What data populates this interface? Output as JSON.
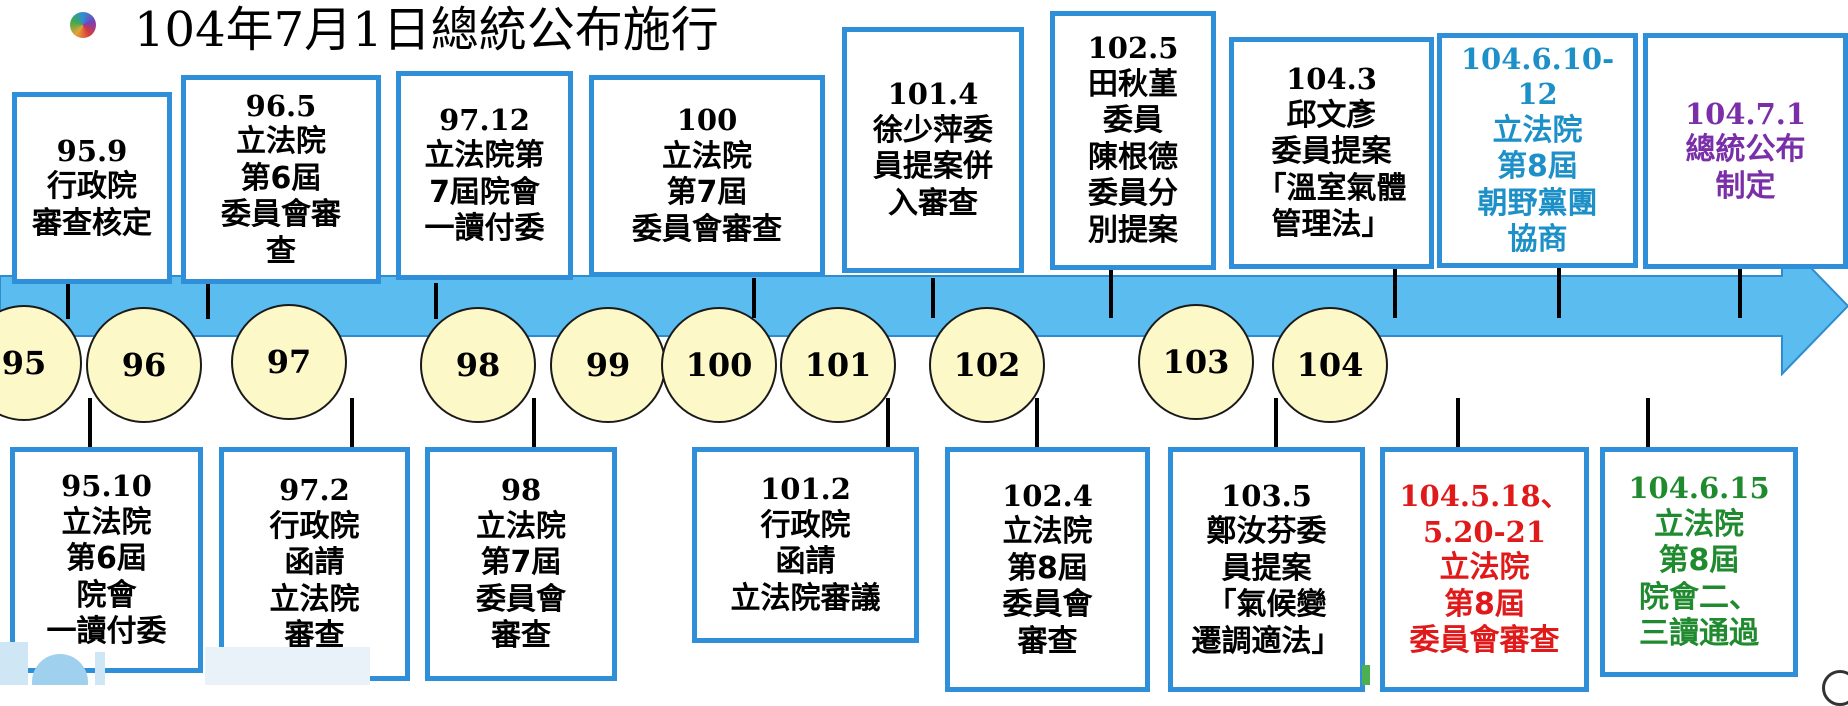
{
  "title": "104年7月1日總統公布施行",
  "colors": {
    "arrow": "#5bbcf0",
    "box_border": "#2f8fd8",
    "circle_fill": "#fdf8c8",
    "blue_text": "#1e90c8",
    "purple_text": "#7a2fa8",
    "red_text": "#e01a1a",
    "green_text": "#1f8a2e"
  },
  "years": [
    "95",
    "96",
    "97",
    "98",
    "99",
    "100",
    "101",
    "102",
    "103",
    "104"
  ],
  "top_events": [
    {
      "date": "95.9",
      "lines": [
        "行政院",
        "審查核定"
      ],
      "color": "#000000"
    },
    {
      "date": "96.5",
      "lines": [
        "立法院",
        "第6屆",
        "委員會審",
        "查"
      ],
      "color": "#000000"
    },
    {
      "date": "97.12",
      "lines": [
        "立法院第",
        "7屆院會",
        "一讀付委"
      ],
      "color": "#000000"
    },
    {
      "date": "100",
      "lines": [
        "立法院",
        "第7屆",
        "委員會審查"
      ],
      "color": "#000000"
    },
    {
      "date": "101.4",
      "lines": [
        "徐少萍委",
        "員提案併",
        "入審查"
      ],
      "color": "#000000"
    },
    {
      "date": "102.5",
      "lines": [
        "田秋堇",
        "委員",
        "陳根德",
        "委員分",
        "別提案"
      ],
      "color": "#000000"
    },
    {
      "date": "104.3",
      "lines": [
        "邱文彥",
        "委員提案",
        "「溫室氣體",
        "管理法」"
      ],
      "color": "#000000"
    },
    {
      "date": "104.6.10-12",
      "lines": [
        "立法院",
        "第8屆",
        "朝野黨團",
        "協商"
      ],
      "color": "#1e90c8"
    },
    {
      "date": "104.7.1",
      "lines": [
        "總統公布",
        "制定"
      ],
      "color": "#7a2fa8"
    }
  ],
  "bottom_events": [
    {
      "date": "95.10",
      "lines": [
        "立法院",
        "第6屆",
        "院會",
        "一讀付委"
      ],
      "color": "#000000"
    },
    {
      "date": "97.2",
      "lines": [
        "行政院",
        "函請",
        "立法院",
        "審查"
      ],
      "color": "#000000"
    },
    {
      "date": "98",
      "lines": [
        "立法院",
        "第7屆",
        "委員會",
        "審查"
      ],
      "color": "#000000"
    },
    {
      "date": "101.2",
      "lines": [
        "行政院",
        "函請",
        "立法院審議"
      ],
      "color": "#000000"
    },
    {
      "date": "102.4",
      "lines": [
        "立法院",
        "第8屆",
        "委員會",
        "審查"
      ],
      "color": "#000000"
    },
    {
      "date": "103.5",
      "lines": [
        "鄭汝芬委",
        "員提案",
        "「氣候變",
        "遷調適法」"
      ],
      "color": "#000000"
    },
    {
      "date": "104.5.18、",
      "lines": [
        "5.20-21",
        "立法院",
        "第8屆",
        "委員會審查"
      ],
      "color": "#e01a1a"
    },
    {
      "date": "104.6.15",
      "lines": [
        "立法院",
        "第8屆",
        "院會二、",
        "三讀通過"
      ],
      "color": "#1f8a2e"
    }
  ]
}
